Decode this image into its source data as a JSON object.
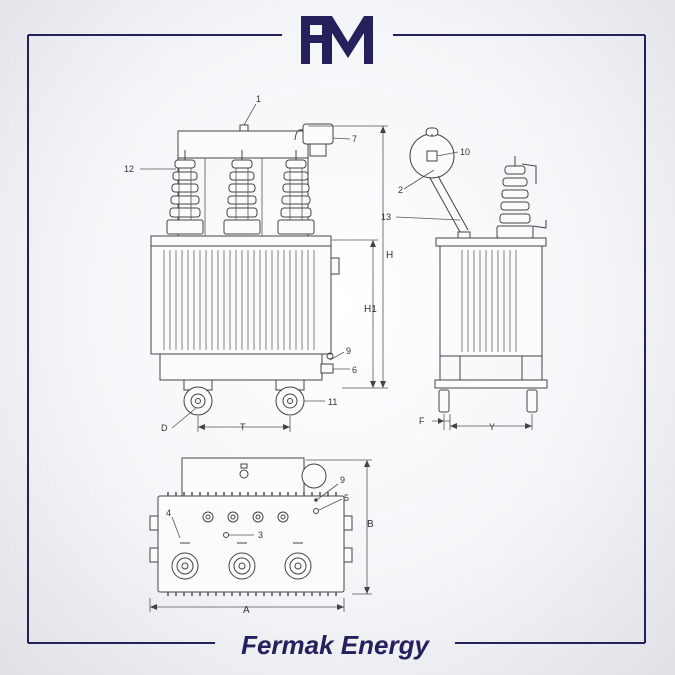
{
  "logo": {
    "text": "FM",
    "color": "#24215c"
  },
  "brand": {
    "name": "Fermak Energy",
    "color": "#24215c"
  },
  "frame": {
    "color": "#24215c"
  },
  "labels": {
    "l1": "1",
    "l7": "7",
    "l12": "12",
    "l10": "10",
    "l2": "2",
    "l13": "13",
    "lH": "H",
    "lH1": "H1",
    "l9": "9",
    "l6": "6",
    "l11": "11",
    "lD": "D",
    "lT": "T",
    "lF": "F",
    "lY": "Y",
    "l9b": "9",
    "l5": "5",
    "l4": "4",
    "l3": "3",
    "lB": "B",
    "lA": "A"
  }
}
